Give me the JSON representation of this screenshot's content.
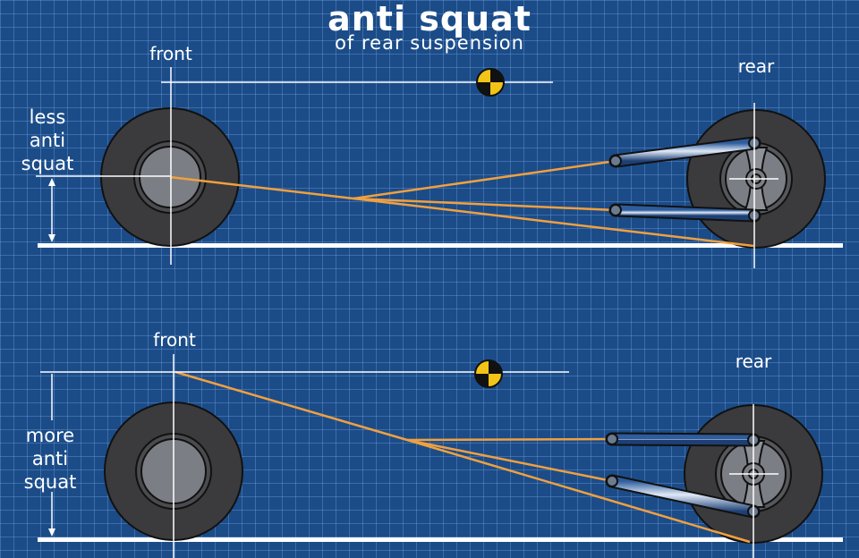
{
  "title": "anti squat",
  "subtitle": "of rear suspension",
  "colors": {
    "background": "#1b4c88",
    "grid": "#6fa0dc",
    "line_white": "#ffffff",
    "line_orange": "#f0a040",
    "tire": "#3a3a3c",
    "hub": "#7a7d82",
    "link_arm": "#4d7fc0",
    "cg_yellow": "#f2c417",
    "cg_black": "#111111"
  },
  "panels": [
    {
      "front_label": "front",
      "rear_label": "rear",
      "side_label": [
        "less",
        "anti",
        "squat"
      ],
      "center_of_gravity_icon": "cg-marker-icon"
    },
    {
      "front_label": "front",
      "rear_label": "rear",
      "side_label": [
        "more",
        "anti",
        "squat"
      ],
      "center_of_gravity_icon": "cg-marker-icon"
    }
  ]
}
